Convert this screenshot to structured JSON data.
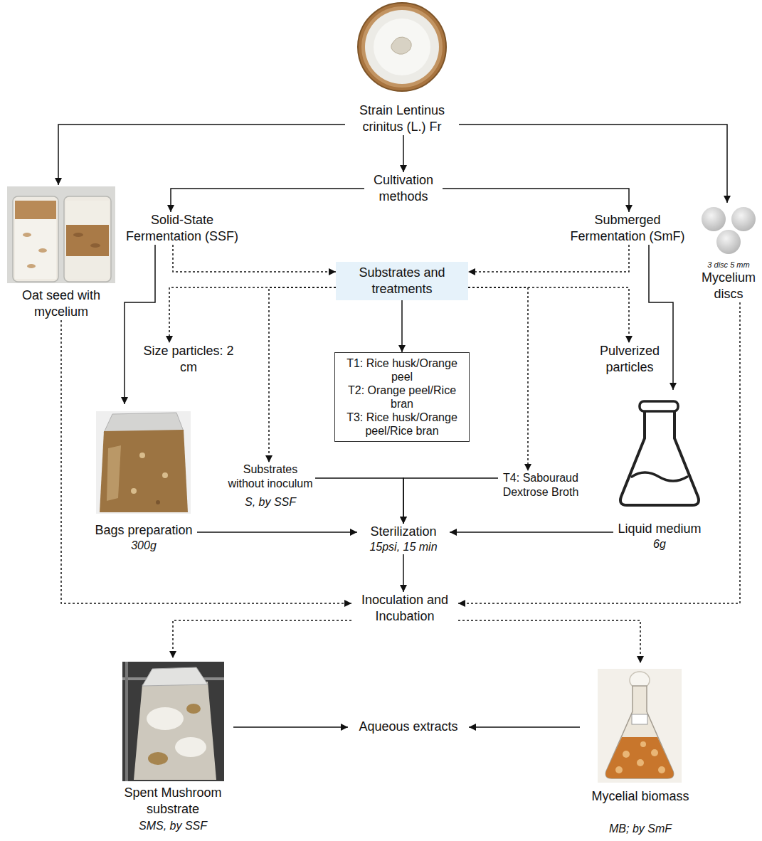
{
  "diagram": {
    "nodes": [
      {
        "text": [
          "Strain Lentinus crinitus (L.) Fr"
        ]
      },
      {
        "text": [
          "Cultivation methods"
        ]
      },
      {
        "text": [
          "Solid-State Fermentation (SSF)"
        ]
      },
      {
        "text": [
          "Submerged Fermentation (SmF)"
        ]
      },
      {
        "text": [
          "Oat seed with mycelium"
        ]
      },
      {
        "text": [
          "3 disc 5 mm",
          "Mycelium discs"
        ]
      },
      {
        "text": [
          "Substrates and treatments"
        ]
      },
      {
        "text": [
          "Size particles: 2 cm"
        ]
      },
      {
        "text": [
          "Pulverized particles"
        ]
      },
      {
        "text": [
          "T1: Rice husk/Orange peel",
          "T2: Orange peel/Rice bran",
          "T3: Rice husk/Orange peel/Rice bran"
        ]
      },
      {
        "text": [
          "Bags preparation",
          "300g"
        ]
      },
      {
        "text": [
          "Substrates without inoculum",
          "S, by SSF"
        ]
      },
      {
        "text": [
          "T4: Sabouraud Dextrose Broth"
        ]
      },
      {
        "text": [
          "Liquid medium",
          "6g"
        ]
      },
      {
        "text": [
          "Sterilization",
          "15psi, 15 min"
        ]
      },
      {
        "text": [
          "Inoculation and Incubation"
        ]
      },
      {
        "text": [
          "Spent Mushroom substrate",
          "SMS, by SSF"
        ]
      },
      {
        "text": [
          "Aqueous extracts"
        ]
      },
      {
        "text": [
          "Mycelial biomass",
          "MB; by SmF"
        ]
      }
    ],
    "edges": [
      {
        "from": 0,
        "to": 1,
        "arrow": "to"
      },
      {
        "from": 0,
        "to": 4,
        "arrow": "to"
      },
      {
        "from": 0,
        "to": 5,
        "arrow": "to"
      },
      {
        "from": 1,
        "to": 2,
        "arrow": "to"
      },
      {
        "from": 1,
        "to": 3,
        "arrow": "to"
      },
      {
        "from": 2,
        "to": 6,
        "arrow": "to"
      },
      {
        "from": 3,
        "to": 6,
        "arrow": "to"
      },
      {
        "from": 2,
        "to": 10,
        "arrow": "to"
      },
      {
        "from": 3,
        "to": 13,
        "arrow": "to"
      },
      {
        "from": 6,
        "to": 7,
        "arrow": "to"
      },
      {
        "from": 6,
        "to": 11,
        "arrow": "to"
      },
      {
        "from": 6,
        "to": 9,
        "arrow": "to"
      },
      {
        "from": 6,
        "to": 12,
        "arrow": "to"
      },
      {
        "from": 6,
        "to": 8,
        "arrow": "to"
      },
      {
        "from": 10,
        "to": 14,
        "arrow": "to"
      },
      {
        "from": 11,
        "to": 14,
        "arrow": "to"
      },
      {
        "from": 12,
        "to": 14,
        "arrow": "to"
      },
      {
        "from": 13,
        "to": 14,
        "arrow": "to"
      },
      {
        "from": 14,
        "to": 15,
        "arrow": "to"
      },
      {
        "from": 4,
        "to": 15,
        "arrow": "to"
      },
      {
        "from": 5,
        "to": 15,
        "arrow": "to"
      },
      {
        "from": 15,
        "to": 16,
        "arrow": "to"
      },
      {
        "from": 15,
        "to": 18,
        "arrow": "to"
      },
      {
        "from": 16,
        "to": 17,
        "arrow": "to"
      },
      {
        "from": 18,
        "to": 17,
        "arrow": "to"
      }
    ]
  }
}
